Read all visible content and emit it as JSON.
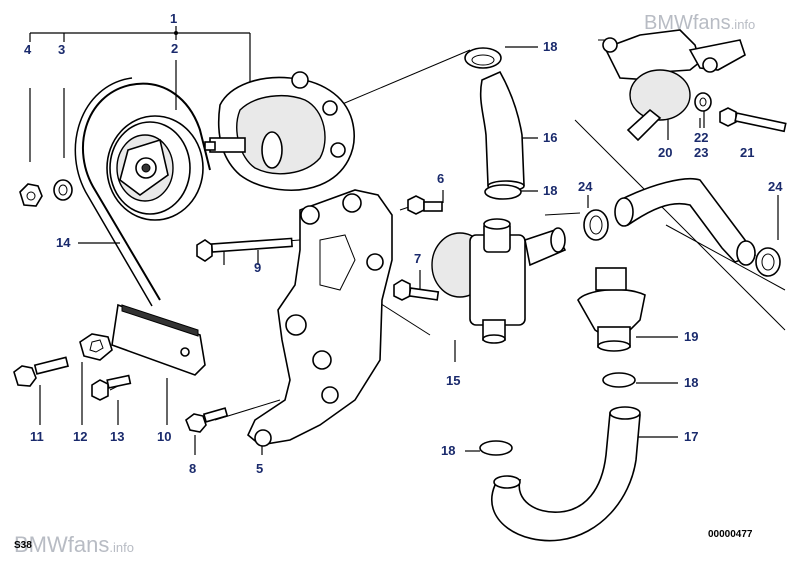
{
  "watermark": {
    "brand": "BMWfans",
    "suffix": ".info"
  },
  "diagram_code": "00000477",
  "page_ref": "S38",
  "callouts": {
    "c1": "1",
    "c2": "2",
    "c3": "3",
    "c4": "4",
    "c5": "5",
    "c6": "6",
    "c7": "7",
    "c8": "8",
    "c9": "9",
    "c10": "10",
    "c11": "11",
    "c12": "12",
    "c13": "13",
    "c14": "14",
    "c15": "15",
    "c16": "16",
    "c17": "17",
    "c18": "18",
    "c19": "19",
    "c20": "20",
    "c21": "21",
    "c22": "22",
    "c23": "23",
    "c24": "24"
  }
}
